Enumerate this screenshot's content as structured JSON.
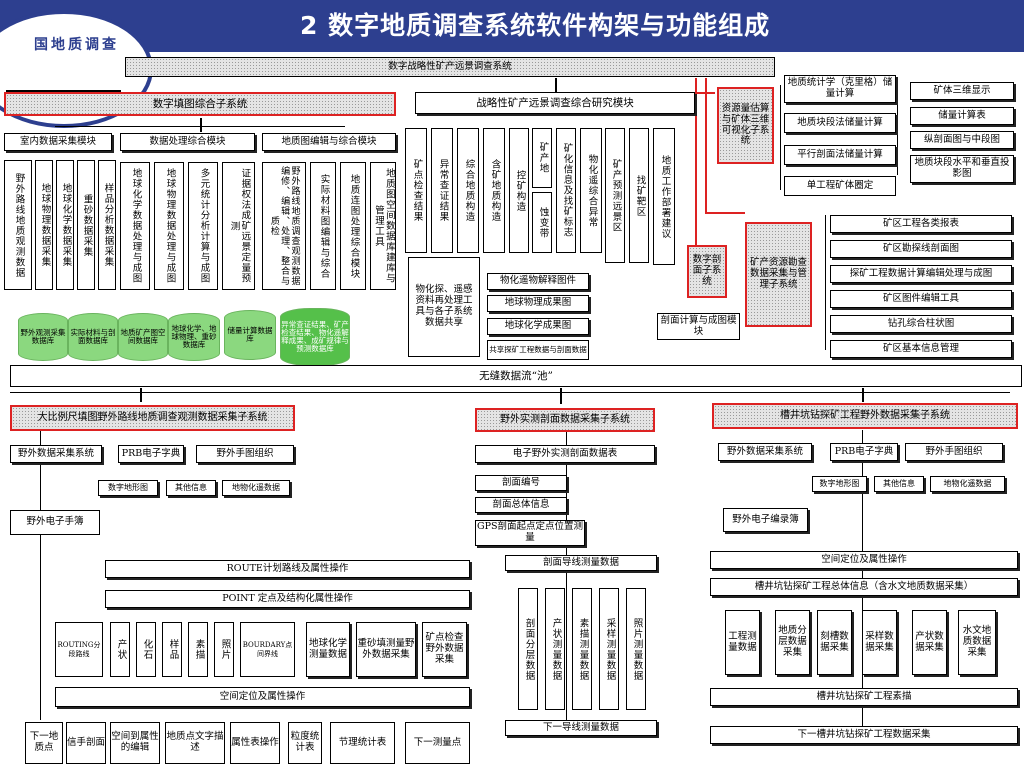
{
  "header": {
    "title": "2  数字地质调查系统软件构架与功能组成",
    "logo_text": "国地质调查"
  },
  "top": {
    "system": "数字战略性矿产远景调查系统"
  },
  "tianTu": {
    "title": "数字填图综合子系统",
    "modules": [
      "室内数据采集模块",
      "数据处理综合模块",
      "地质图编辑与综合模块"
    ],
    "indoor": [
      "野外路线地质观测数据",
      "地球物理数据采集",
      "地球化学数据采集",
      "重砂数据采集",
      "样品分析数据采集"
    ],
    "proc": [
      "地球化学数据处理与成图",
      "地球物理数据处理与成图",
      "多元统计分析计算与成图",
      "证据权法成矿远景定量预测"
    ],
    "edit": [
      "野外路线地质调查观测数据编修、编辑、处理、整合与质检",
      "实际材料图编辑与综合",
      "地质连图处理综合模块",
      "地质图空间数据库建库与管理工具"
    ],
    "dbs": [
      "野外观测采集数据库",
      "实际材料与剖面数据库",
      "地质矿产图空间数据库",
      "地球化学、地球物理、重砂数据库",
      "储量计算数据库",
      "异常查证结果、矿产检查结果、物化遥解释成果、成矿规律与预测数据库"
    ]
  },
  "research": {
    "title": "战略性矿产远景调查综合研究模块",
    "cols": [
      "矿点检查结果",
      "异常查证结果",
      "综合地质构造",
      "含矿地质构造",
      "控矿构造",
      "矿产地",
      "蚀变带",
      "矿化信息及找矿标志",
      "物化遥综合异常",
      "矿产预测远景区",
      "找矿靶区",
      "地质工作部署建议"
    ],
    "share": "物化探、遥感资料再处理工具与各子系统数据共享",
    "maps": [
      "物化遥物解释图件",
      "地球物理成果图",
      "地球化学成果图",
      "共享探矿工程数据与剖面数据"
    ]
  },
  "resource": {
    "calc": "资源量估算与矿体三维可视化子系统",
    "methods": [
      "地质统计学（克里格）储量计算",
      "地质块段法储量计算",
      "平行剖面法储量计算",
      "单工程矿体圈定"
    ],
    "outputs": [
      "矿体三维显示",
      "储量计算表",
      "纵剖面图与中段图",
      "地质块段水平和垂直投影图"
    ],
    "section": "数字剖面子系统",
    "sectionModule": "剖面计算与成图模块",
    "mgmt": "矿产资源勘查数据采集与管理子系统",
    "mgmtItems": [
      "矿区工程各类报表",
      "矿区勘探线剖面图",
      "探矿工程数据计算编辑处理与成图",
      "矿区图件编辑工具",
      "钻孔综合柱状图",
      "矿区基本信息管理"
    ]
  },
  "pool": "无缝数据流“池”",
  "route": {
    "title": "大比例尺填图野外路线地质调查观测数据采集子系统",
    "row1": [
      "野外数据采集系统",
      "PRB电子字典",
      "野外手图组织"
    ],
    "row2": [
      "数字地形图",
      "其他信息",
      "地物化遥数据"
    ],
    "notebook": "野外电子手簿",
    "routeOp": "ROUTE计划路线及属性操作",
    "pointOp": "POINT 定点及结构化属性操作",
    "pointItems": [
      "ROUTING分段路线",
      "产状",
      "化石",
      "样品",
      "素描",
      "照片",
      "BOURDARY点间界线"
    ],
    "samples": [
      "地球化学测量数据",
      "重砂填测量野外数据采集",
      "矿点检查野外数据采集"
    ],
    "spatial": "空间定位及属性操作",
    "bottom": [
      "下一地质点",
      "信手剖面",
      "空间到属性的编辑",
      "地质点文字描述",
      "属性表操作",
      "粒度统计表",
      "节理统计表",
      "下一测量点"
    ]
  },
  "field": {
    "title": "野外实测剖面数据采集子系统",
    "table": "电子野外实测剖面数据表",
    "items": [
      "剖面编号",
      "剖面总体信息",
      "GPS剖面起点定点位置测量"
    ],
    "survey": "剖面导线测量数据",
    "cols": [
      "剖面分层数据",
      "产状测量数据",
      "素描测量数据",
      "采样测量数据",
      "照片测量数据"
    ],
    "next": "下一导线测量数据"
  },
  "trench": {
    "title": "槽井坑钻探矿工程野外数据采集子系统",
    "row1": [
      "野外数据采集系统",
      "PRB电子字典",
      "野外手图组织"
    ],
    "row2": [
      "数字地形图",
      "其他信息",
      "地物化遥数据"
    ],
    "notebook": "野外电子编录簿",
    "spatial": "空间定位及属性操作",
    "overall": "槽井坑钻探矿工程总体信息（含水文地质数据采集）",
    "items": [
      "工程测量数据",
      "地质分层数据采集",
      "刻槽数据采集",
      "采样数据采集",
      "产状数据采集",
      "水文地质数据采集"
    ],
    "sketch": "槽井坑钻探矿工程素描",
    "next": "下一槽井坑钻探矿工程数据采集"
  }
}
